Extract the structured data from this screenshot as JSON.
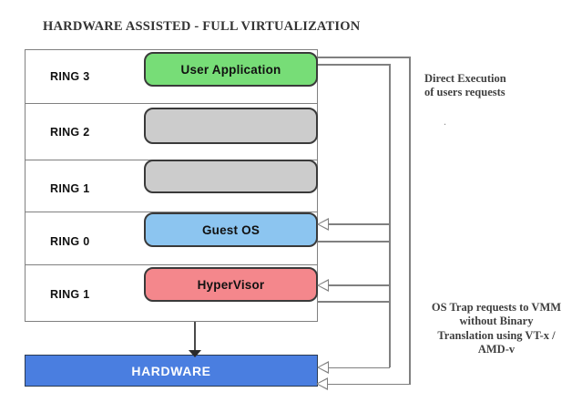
{
  "title": "HARDWARE ASSISTED - FULL VIRTUALIZATION",
  "rings": [
    {
      "label": "RING 3",
      "component": "User Application",
      "color": "#77dd77",
      "filled": true
    },
    {
      "label": "RING 2",
      "component": "",
      "color": "#cccccc",
      "filled": true
    },
    {
      "label": "RING 1",
      "component": "",
      "color": "#cccccc",
      "filled": true
    },
    {
      "label": "RING 0",
      "component": "Guest OS",
      "color": "#8cc5f0",
      "filled": true
    },
    {
      "label": "RING 1",
      "component": "HyperVisor",
      "color": "#f4878c",
      "filled": true
    }
  ],
  "hardware": {
    "label": "HARDWARE",
    "color": "#4a7ee0",
    "text_color": "#ffffff"
  },
  "annotations": {
    "direct_execution": "Direct Execution\nof users requests",
    "direct_execution_line1": "Direct Execution",
    "direct_execution_line2": "of users requests",
    "direct_execution_marker": ".",
    "os_trap_line1": "OS Trap requests to VMM",
    "os_trap_line2": "without Binary",
    "os_trap_line3": "Translation using VT-x /",
    "os_trap_line4": "AMD-v"
  },
  "colors": {
    "frame_border": "#808080",
    "box_border": "#3a3a3a",
    "connector": "#808080",
    "down_arrow": "#2a2a2a",
    "title_text": "#333333",
    "annotation_text": "#3f3f3f"
  }
}
